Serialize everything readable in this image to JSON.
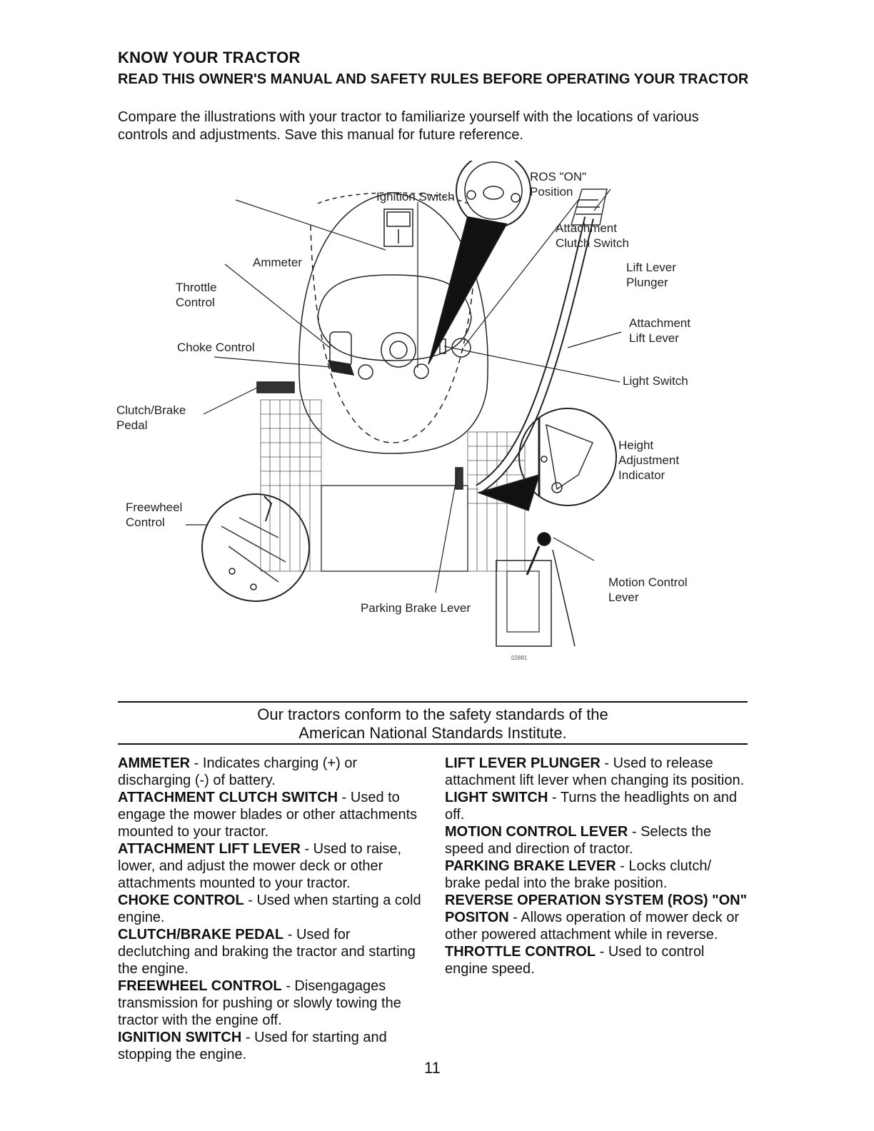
{
  "header": {
    "title": "KNOW YOUR TRACTOR",
    "subtitle": "READ THIS OWNER'S MANUAL AND SAFETY RULES BEFORE OPERATING YOUR TRACTOR",
    "intro": "Compare the illustrations with your tractor to familiarize yourself with the locations of various controls and adjustments.  Save this manual for future reference."
  },
  "figure": {
    "labels": {
      "ros_on": "ROS \"ON\"\nPosition",
      "ignition_switch": "Ignition Switch",
      "attachment_clutch_switch": "Attachment\nClutch Switch",
      "ammeter": "Ammeter",
      "lift_lever_plunger": "Lift Lever\nPlunger",
      "throttle_control": "Throttle\nControl",
      "attachment_lift_lever": "Attachment\nLift Lever",
      "choke_control": "Choke Control",
      "light_switch": "Light Switch",
      "clutch_brake_pedal": "Clutch/Brake\nPedal",
      "height_adjustment_indicator": "Height\nAdjustment\nIndicator",
      "freewheel_control": "Freewheel\nControl",
      "motion_control_lever": "Motion Control\nLever",
      "parking_brake_lever": "Parking Brake Lever"
    },
    "figure_number": "02881"
  },
  "notice": "Our tractors conform to the safety standards of the\nAmerican National Standards Institute.",
  "definitions_left": [
    {
      "term": "AMMETER",
      "text": " - Indicates charging (+) or discharging (-) of battery."
    },
    {
      "term": "ATTACHMENT CLUTCH SWITCH",
      "text": " - Used to engage the mower blades or other attachments mounted to your tractor."
    },
    {
      "term": "ATTACHMENT LIFT LEVER",
      "text": " - Used to raise, lower, and adjust the mower deck or other attachments mounted to your tractor."
    },
    {
      "term": "CHOKE CONTROL",
      "text": " - Used when starting a cold engine."
    },
    {
      "term": "CLUTCH/BRAKE PEDAL",
      "text": " - Used for declutching and braking the tractor and starting the engine."
    },
    {
      "term": "FREEWHEEL CONTROL",
      "text": " - Disengagages transmission for pushing or slowly towing the tractor with the engine off."
    },
    {
      "term": "IGNITION SWITCH",
      "text": " - Used for starting and stopping the engine."
    }
  ],
  "definitions_right": [
    {
      "term": "LIFT LEVER PLUNGER",
      "text": " - Used to release attachment lift lever when changing its position."
    },
    {
      "term": "LIGHT SWITCH",
      "text": " - Turns the headlights on and off."
    },
    {
      "term": "MOTION CONTROL LEVER",
      "text": " - Selects the speed and direction of tractor."
    },
    {
      "term": "PARKING BRAKE LEVER",
      "text": " - Locks clutch/ brake pedal into the brake position."
    },
    {
      "term": "REVERSE OPERATION SYSTEM (ROS) \"ON\" POSITON",
      "text": " - Allows operation of mower deck or other powered attachment while in reverse."
    },
    {
      "term": "THROTTLE CONTROL",
      "text": " -  Used to control engine speed."
    }
  ],
  "page_number": "11"
}
